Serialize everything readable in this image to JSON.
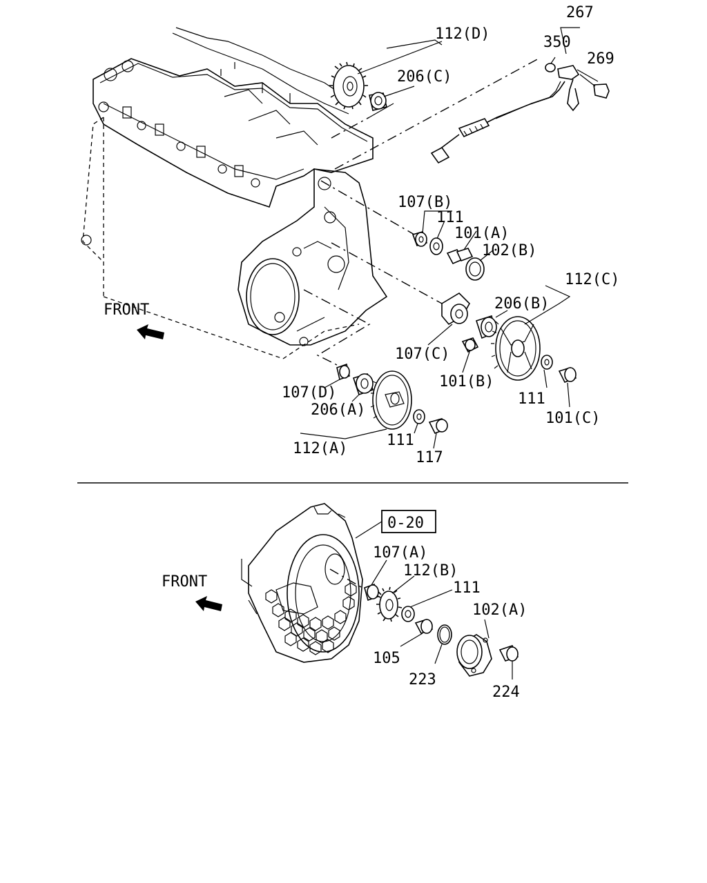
{
  "upper_diagram": {
    "front_label": "FRONT",
    "callouts": {
      "c267": "267",
      "c350": "350",
      "c269": "269",
      "c112D": "112(D)",
      "c206C": "206(C)",
      "c107B": "107(B)",
      "c111a": "111",
      "c101A": "101(A)",
      "c102B": "102(B)",
      "c112C": "112(C)",
      "c206B": "206(B)",
      "c107C": "107(C)",
      "c101B": "101(B)",
      "c111b": "111",
      "c101C": "101(C)",
      "c107D": "107(D)",
      "c206A": "206(A)",
      "c112A": "112(A)",
      "c111c": "111",
      "c117": "117"
    }
  },
  "lower_diagram": {
    "front_label": "FRONT",
    "ref_box": "0-20",
    "callouts": {
      "c107A": "107(A)",
      "c112B": "112(B)",
      "c111": "111",
      "c102A": "102(A)",
      "c105": "105",
      "c223": "223",
      "c224": "224"
    }
  }
}
